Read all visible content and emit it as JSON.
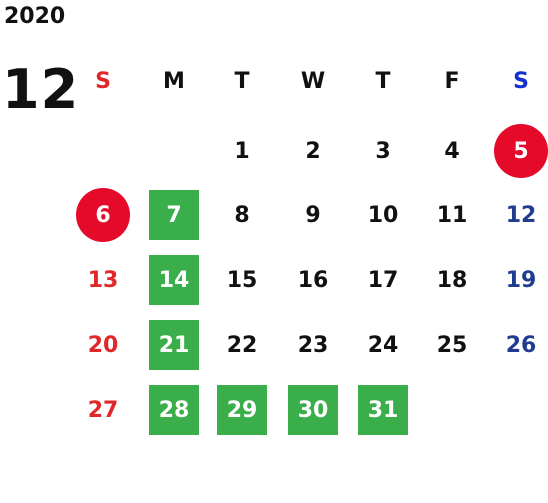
{
  "year": "2020",
  "month": "12",
  "weekdays": [
    "S",
    "M",
    "T",
    "W",
    "T",
    "F",
    "S"
  ],
  "first_weekday": 2,
  "days_in_month": 31,
  "colors": {
    "text": "#111111",
    "sunday": "#e0282a",
    "saturday": "#1f3c8f",
    "saturday_header": "#1030d0",
    "holiday_circle": "#e50a2a",
    "highlight_green": "#3aae4a"
  },
  "circled_days": [
    5,
    6
  ],
  "green_days": [
    7,
    14,
    21,
    28,
    29,
    30,
    31
  ]
}
